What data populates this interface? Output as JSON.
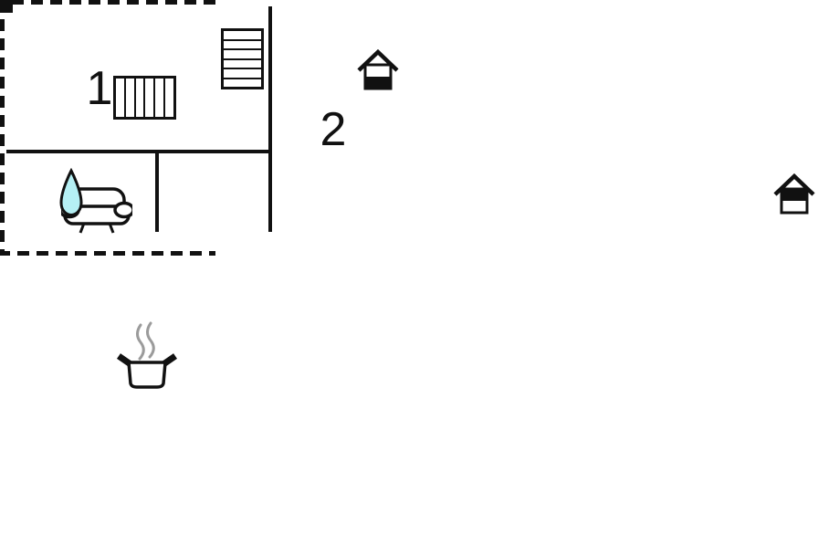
{
  "plan": {
    "type": "vacation-home floor plan, two levels side by side",
    "floors": [
      {
        "name": "ground-floor",
        "level_indicator": "house icon, lower half filled",
        "rooms": [
          {
            "name": "living-room",
            "label": "",
            "icons": [
              "stairs-icon",
              "sofa-icon"
            ]
          },
          {
            "name": "kitchen",
            "label": "",
            "icons": [
              "cooking-pot-icon"
            ]
          }
        ],
        "outdoor": {
          "name": "terrace",
          "style": "dashed outline, grey fill"
        }
      },
      {
        "name": "first-floor",
        "level_indicator": "house icon, upper half filled",
        "rooms": [
          {
            "name": "bedroom-1",
            "label": "1",
            "icons": [
              "stairs-icon"
            ]
          },
          {
            "name": "bedroom-2",
            "label": "2",
            "icons": []
          },
          {
            "name": "bathroom",
            "label": "",
            "icons": [
              "water-drop-icon"
            ]
          },
          {
            "name": "hallway",
            "label": "",
            "icons": []
          }
        ]
      }
    ]
  },
  "icons": {
    "stairs-icon": "striped rectangle",
    "sofa-icon": "couch front view outline",
    "cooking-pot-icon": "pot with two handles and steam",
    "water-drop-icon": "teardrop, cyan fill",
    "house-level-icon": "small house with half-filled square"
  },
  "colors": {
    "wall": "#111111",
    "background": "#ffffff",
    "terrace_fill": "#e9e9e9",
    "water_drop": "#b5f0f4",
    "steam": "#9b9b9b",
    "icon_fill": "#111111"
  }
}
